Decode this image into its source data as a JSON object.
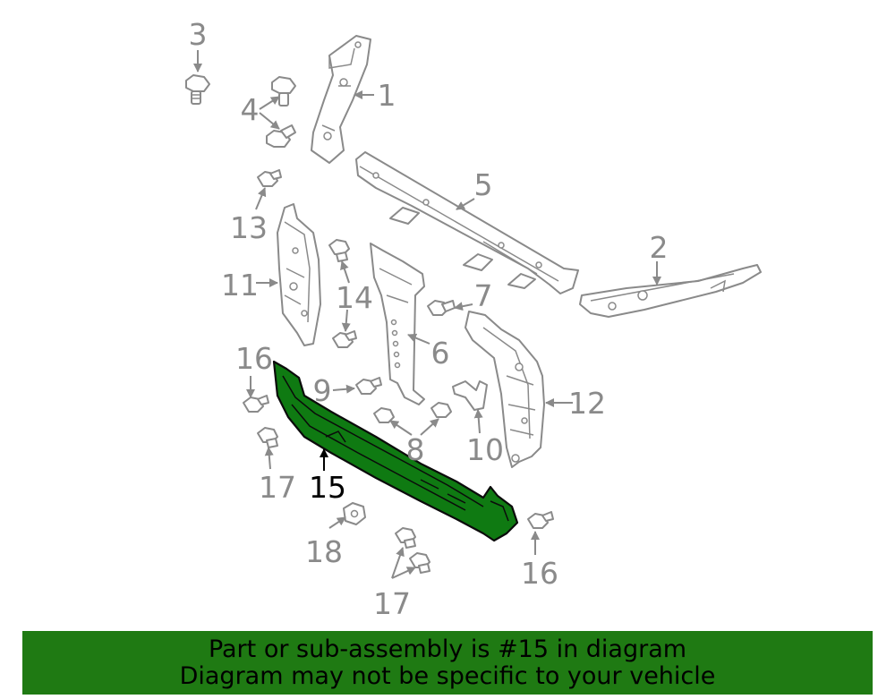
{
  "callouts": {
    "c1": "1",
    "c2": "2",
    "c3": "3",
    "c4": "4",
    "c5": "5",
    "c6": "6",
    "c7": "7",
    "c8": "8",
    "c9": "9",
    "c10": "10",
    "c11": "11",
    "c12": "12",
    "c13": "13",
    "c14": "14",
    "c15": "15",
    "c16a": "16",
    "c16b": "16",
    "c17a": "17",
    "c17b": "17",
    "c18": "18"
  },
  "banner": {
    "line1": "Part or sub-assembly is #15 in diagram",
    "line2": "Diagram may not be specific to your vehicle"
  },
  "colors": {
    "highlight": "#0f7a12",
    "banner_bg": "#1f7a13",
    "part_stroke": "#8a8a8a",
    "label_gray": "#8a8a8a"
  }
}
